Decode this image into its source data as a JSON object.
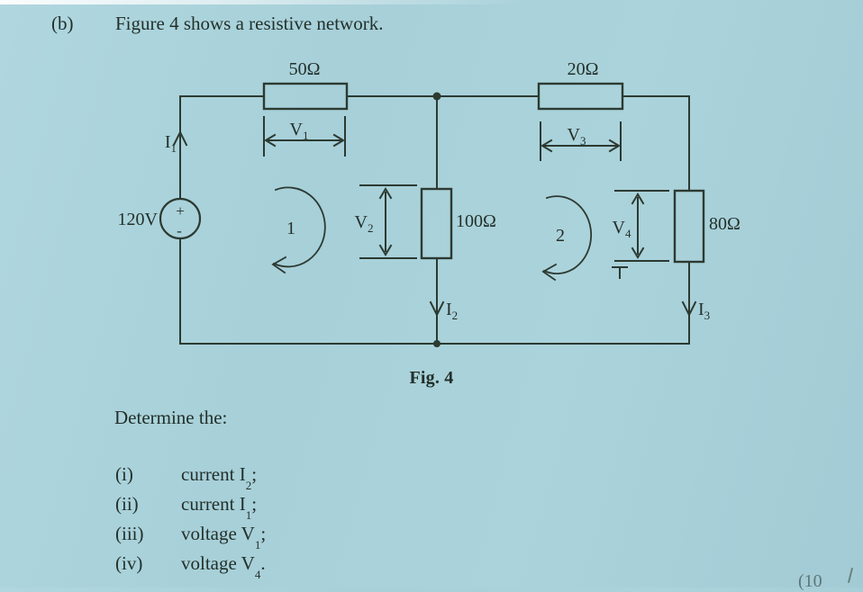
{
  "colors": {
    "background": "#a7d0d9",
    "ink": "#2c3a31"
  },
  "header": {
    "part_label": "(b)",
    "intro": "Figure 4 shows a resistive network."
  },
  "figure": {
    "caption": "Fig. 4",
    "source": {
      "label": "120V",
      "plus": "+",
      "minus": "-"
    },
    "resistors": {
      "r50": "50Ω",
      "r20": "20Ω",
      "r100": "100Ω",
      "r80": "80Ω"
    },
    "currents": {
      "i1": {
        "base": "I",
        "sub": "1"
      },
      "i2": {
        "base": "I",
        "sub": "2"
      },
      "i3": {
        "base": "I",
        "sub": "3"
      }
    },
    "voltages": {
      "v1": {
        "base": "V",
        "sub": "1"
      },
      "v2": {
        "base": "V",
        "sub": "2"
      },
      "v3": {
        "base": "V",
        "sub": "3"
      },
      "v4": {
        "base": "V",
        "sub": "4"
      }
    },
    "loops": {
      "loop1": "1",
      "loop2": "2"
    }
  },
  "questions": {
    "heading": "Determine the:",
    "items": [
      {
        "num": "(i)",
        "prefix": "current I",
        "sub": "2",
        "suffix": ";"
      },
      {
        "num": "(ii)",
        "prefix": "current I",
        "sub": "1",
        "suffix": ";"
      },
      {
        "num": "(iii)",
        "prefix": "voltage V",
        "sub": "1",
        "suffix": ";"
      },
      {
        "num": "(iv)",
        "prefix": "voltage V",
        "sub": "4",
        "suffix": "."
      }
    ]
  },
  "footer": {
    "marks_fragment": "(10"
  }
}
